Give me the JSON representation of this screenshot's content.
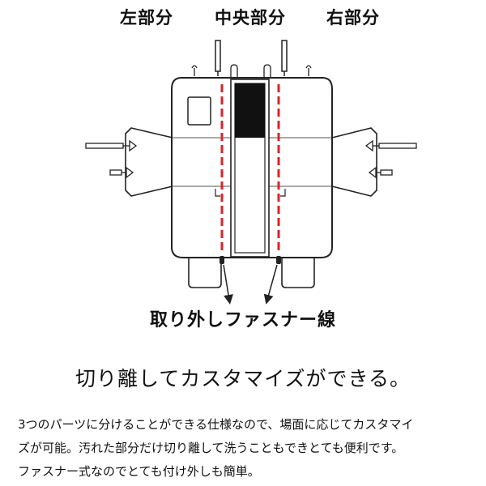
{
  "part_labels": {
    "left": "左部分",
    "center": "中央部分",
    "right": "右部分"
  },
  "zipper_caption": "取り外しファスナー線",
  "headline": "切り離してカスタマイズができる。",
  "description_lines": [
    "3つのパーツに分けることができる仕様なので、場面に応じてカスタマイ",
    "ズが可能。汚れた部分だけ切り離して洗うこともできとても便利です。",
    "ファスナー式なのでとても付け外しも簡単。"
  ],
  "colors": {
    "outline": "#222222",
    "zipper_dash": "#d8252c",
    "center_panel": "#111111"
  }
}
